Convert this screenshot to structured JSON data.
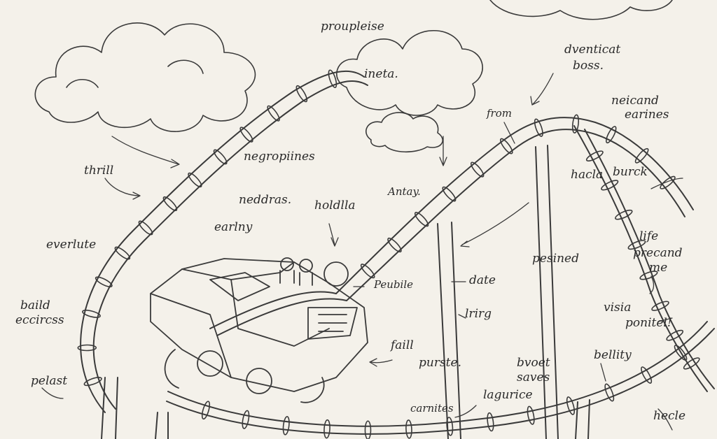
{
  "labels": {
    "proupleise": "proupleise",
    "ineta": "ineta.",
    "dventicat": "dventicat",
    "boss": "boss.",
    "from": "from",
    "neicand": "neicand",
    "earines": "earines",
    "thrill": "thrill",
    "negropiines": "negropiines",
    "neddras": "neddras.",
    "holdlla": "holdlla",
    "antay": "Antay.",
    "hacla": "hacla",
    "burck": "burck",
    "earlny": "earlny",
    "everlute": "everlute",
    "life": "life",
    "precand": "precand",
    "me": "me",
    "peubile": "Peubile",
    "pesined": "pesined",
    "date": "date",
    "baild": "baild",
    "eccircss": "eccircss",
    "lrirg": "lrirg",
    "visia": "visia",
    "ponitel": "ponitel!",
    "faill": "faill",
    "purste": "purste.",
    "bvoet": "bvoet",
    "saves": "saves",
    "bellity": "bellity",
    "pelast": "pelast",
    "lagurice": "lagurice",
    "carnites": "carnites",
    "hecle": "hecle"
  }
}
